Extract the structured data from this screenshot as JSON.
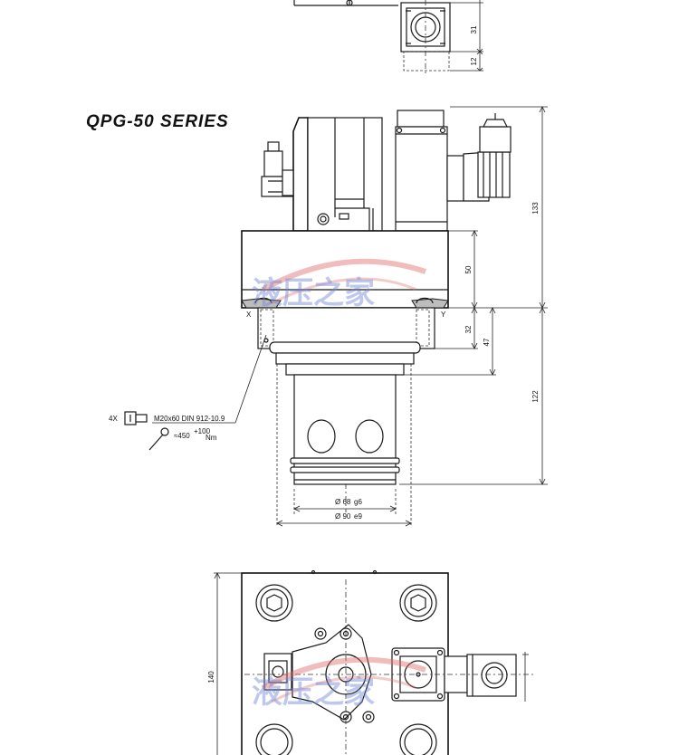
{
  "title": "QPG-50 SERIES",
  "watermark": "液压之家",
  "colors": {
    "line": "#1a1a1a",
    "watermark_blue": "#6f86d6",
    "watermark_red": "#e06a6a"
  },
  "top_view_dims": {
    "d31": "31",
    "d12": "12"
  },
  "side_view": {
    "dims": {
      "d133": "133",
      "d50": "50",
      "d32": "32",
      "d47": "47",
      "d122": "122"
    },
    "port_x": "X",
    "port_y": "Y",
    "diam_inner": "Ø 68",
    "diam_inner_tol": "g6",
    "diam_outer": "Ø 90",
    "diam_outer_tol": "e9"
  },
  "bolt_note": {
    "qty": "4X",
    "spec": "M20x60 DIN 912-10.9",
    "torque_prefix": "≈450",
    "torque_tol": "+100",
    "torque_unit": "Nm",
    "bolt_icon": "socket-head-bolt-icon",
    "wrench_icon": "torque-wrench-icon"
  },
  "bottom_view_dims": {
    "d140": "140"
  }
}
